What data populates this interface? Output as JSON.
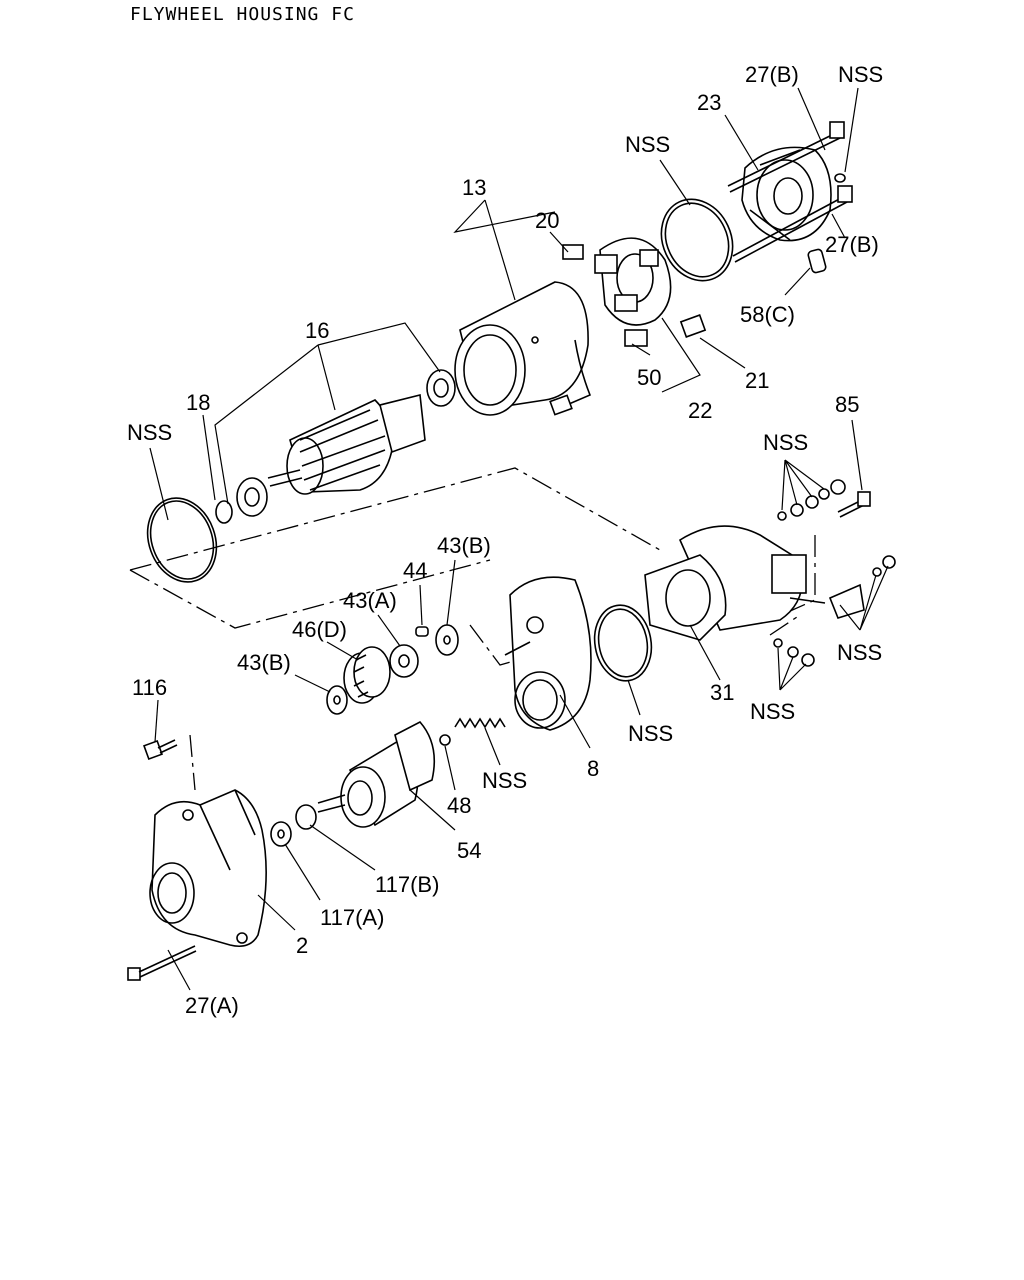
{
  "title": "FLYWHEEL HOUSING FC",
  "labels": {
    "l27b_top": "27(B)",
    "nss_top": "NSS",
    "l23": "23",
    "nss_ring": "NSS",
    "l13": "13",
    "l20": "20",
    "l27b_mid": "27(B)",
    "l58c": "58(C)",
    "l16": "16",
    "l21": "21",
    "l50": "50",
    "l22": "22",
    "l18": "18",
    "nss_left": "NSS",
    "l85": "85",
    "nss_bolts": "NSS",
    "l43b_right": "43(B)",
    "l44": "44",
    "l43a": "43(A)",
    "l46d": "46(D)",
    "l43b_left": "43(B)",
    "nss_right": "NSS",
    "nss_nuts": "NSS",
    "l31": "31",
    "nss_oring": "NSS",
    "l116": "116",
    "nss_spring": "NSS",
    "l8": "8",
    "l48": "48",
    "l54": "54",
    "l117b": "117(B)",
    "l117a": "117(A)",
    "l2": "2",
    "l27a": "27(A)"
  }
}
